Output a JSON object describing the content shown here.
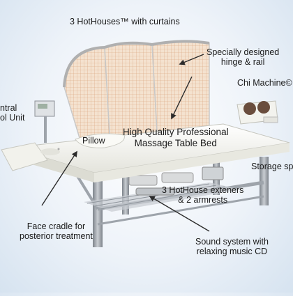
{
  "labels": {
    "hothouses": "3 HotHouses™ with curtains",
    "hinge_line1": "Specially designed",
    "hinge_line2": "hinge & rail",
    "chi_machine": "Chi Machine©",
    "control_line1": "ntral",
    "control_line2": "ol Unit",
    "pillow": "Pillow",
    "table_line1": "High Quality Professional",
    "table_line2": "Massage Table Bed",
    "storage": "Storage sp",
    "extenders_line1": "3 HotHouse exteners",
    "extenders_line2": "& 2 armrests",
    "face_line1": "Face cradle for",
    "face_line2": "posterior treatment",
    "sound_line1": "Sound system with",
    "sound_line2": "relaxing music CD"
  },
  "colors": {
    "background": "#eef3f9",
    "hothouse_panel": "#f4e2cf",
    "hothouse_grid": "#d9a27a",
    "table_top": "#f6f6f1",
    "frame": "#9ea4ab",
    "arrow": "#2b2b2b"
  }
}
